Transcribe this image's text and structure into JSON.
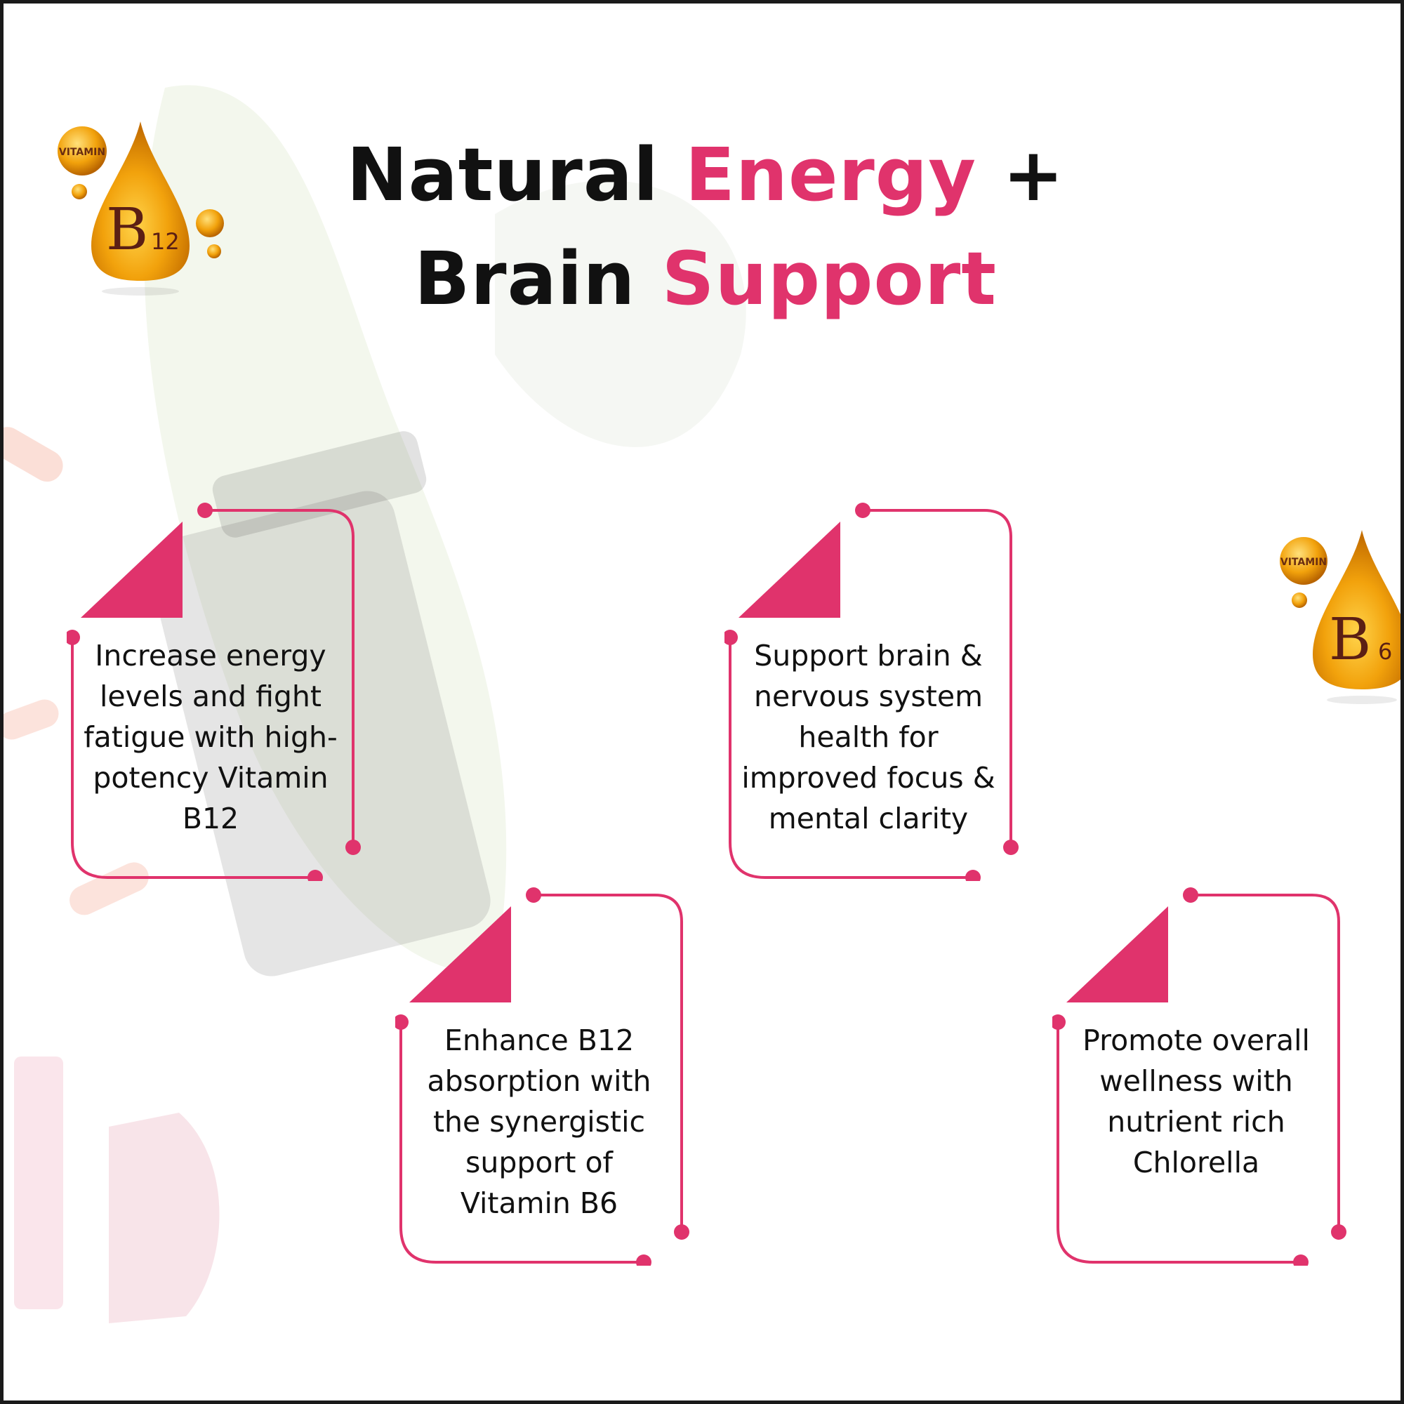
{
  "headline": {
    "line1_plain": "Natural",
    "line1_accent": "Energy",
    "line1_plus": "+",
    "line2_plain": "Brain",
    "line2_accent": "Support"
  },
  "badges": {
    "b12": {
      "vitamin_label": "VITAMIN",
      "letter": "B",
      "number": "12"
    },
    "b6": {
      "vitamin_label": "VITAMIN",
      "letter": "B",
      "number": "6"
    }
  },
  "benefits": [
    "Increase energy levels and fight fatigue with high-potency Vitamin B12",
    "Support brain & nervous system health for improved focus & mental clarity",
    "Enhance B12 absorption with the synergistic support of Vitamin B6",
    "Promote overall wellness with nutrient rich Chlorella"
  ],
  "colors": {
    "accent": "#e0336c",
    "text": "#111111",
    "drop_gold": "#f2a20c"
  },
  "icons": [
    "vitamin-b12-drop-icon",
    "vitamin-b6-drop-icon",
    "corner-triangle-icon"
  ]
}
